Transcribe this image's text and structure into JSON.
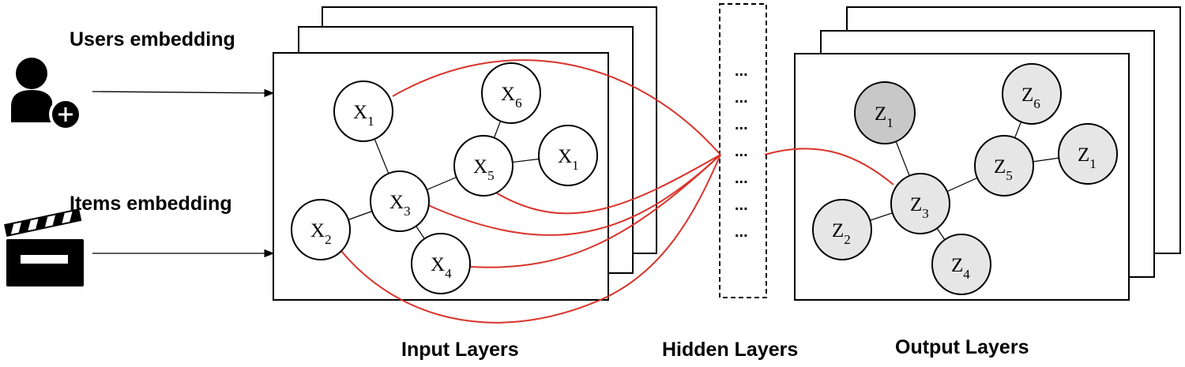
{
  "labels": {
    "users_embedding": "Users embedding",
    "items_embedding": "Items embedding",
    "input_layers": "Input Layers",
    "hidden_layers": "Hidden Layers",
    "output_layers": "Output Layers"
  },
  "hidden_dots": [
    "...",
    "...",
    "...",
    "...",
    "...",
    "...",
    "..."
  ],
  "input_nodes": [
    {
      "id": "x1a",
      "base": "X",
      "sub": "1"
    },
    {
      "id": "x6",
      "base": "X",
      "sub": "6"
    },
    {
      "id": "x1b",
      "base": "X",
      "sub": "1"
    },
    {
      "id": "x5",
      "base": "X",
      "sub": "5"
    },
    {
      "id": "x3",
      "base": "X",
      "sub": "3"
    },
    {
      "id": "x2",
      "base": "X",
      "sub": "2"
    },
    {
      "id": "x4",
      "base": "X",
      "sub": "4"
    }
  ],
  "output_nodes": [
    {
      "id": "z1a",
      "base": "Z",
      "sub": "1"
    },
    {
      "id": "z6",
      "base": "Z",
      "sub": "6"
    },
    {
      "id": "z1b",
      "base": "Z",
      "sub": "1"
    },
    {
      "id": "z5",
      "base": "Z",
      "sub": "5"
    },
    {
      "id": "z3",
      "base": "Z",
      "sub": "3"
    },
    {
      "id": "z2",
      "base": "Z",
      "sub": "2"
    },
    {
      "id": "z4",
      "base": "Z",
      "sub": "4"
    }
  ],
  "input_edges": [
    [
      "x1a",
      "x3"
    ],
    [
      "x3",
      "x5"
    ],
    [
      "x5",
      "x6"
    ],
    [
      "x5",
      "x1b"
    ],
    [
      "x3",
      "x2"
    ],
    [
      "x3",
      "x4"
    ]
  ],
  "output_edges": [
    [
      "z1a",
      "z3"
    ],
    [
      "z3",
      "z5"
    ],
    [
      "z5",
      "z6"
    ],
    [
      "z5",
      "z1b"
    ],
    [
      "z3",
      "z2"
    ],
    [
      "z3",
      "z4"
    ]
  ],
  "red_edges_to_hidden": [
    "x1a",
    "x5",
    "x3",
    "x4",
    "x2"
  ],
  "red_edge_from_hidden": "z3",
  "colors": {
    "connection": "#d9342b",
    "output_node_fill": "#e6e6e6",
    "output_node_highlight": "#c8c8c8",
    "stroke": "#000000"
  },
  "icons": {
    "user": "user-add-icon",
    "item": "clapperboard-icon"
  }
}
